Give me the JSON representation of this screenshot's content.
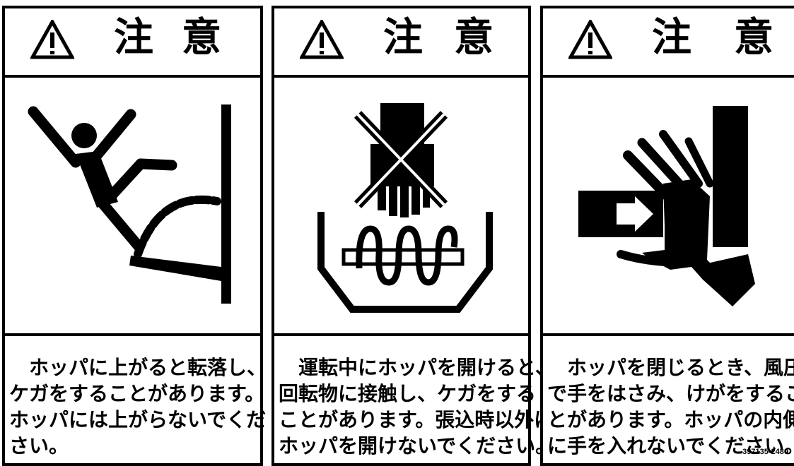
{
  "panels": [
    {
      "title": [
        "注",
        "意"
      ],
      "pictogram": "fall-from-hopper-icon",
      "caption": "　ホッパに上がると転落し、\nケガをすることがあります。\nホッパには上がらないでくだ\nさい。"
    },
    {
      "title": [
        "注",
        "意"
      ],
      "pictogram": "rotating-auger-hand-crossed-icon",
      "caption": "　運転中にホッパを開けると、\n回転物に接触し、ケガをする\nことがあります。張込時以外は\nホッパを開けないでください。"
    },
    {
      "title": [
        "注",
        "意"
      ],
      "pictogram": "hand-pinch-hopper-lid-icon",
      "caption": "　ホッパを閉じるとき、風圧\nで手をはさみ、けがをするこ\nとがあります。ホッパの内側\nに手を入れないでください。",
      "part_code": "397135-2480"
    }
  ],
  "colors": {
    "ink": "#000000",
    "paper": "#ffffff"
  }
}
